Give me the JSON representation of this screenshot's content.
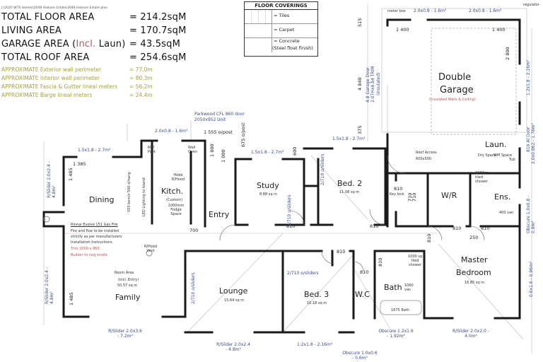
{
  "header": {
    "file_path": "J:\\2020 WTS Homes\\2048 Haikare Estate\\2048 Haikare Estate plan",
    "totals": [
      {
        "label": "TOTAL FLOOR AREA",
        "value": "= 214.2sqM"
      },
      {
        "label": "LIVING AREA",
        "value": "= 170.7sqM"
      },
      {
        "label_pre": "GARAGE AREA (",
        "label_red": "Incl.",
        "label_post": " Laun)",
        "value": "= 43.5sqM"
      },
      {
        "label": "TOTAL ROOF AREA",
        "value": "= 254.6sqM"
      }
    ],
    "approximates": [
      {
        "label": "APPROXIMATE Exterior wall perimeter",
        "value": "= 77.0m"
      },
      {
        "label": "APPROXIMATE Interior wall perimeter",
        "value": "= 80.3m"
      },
      {
        "label": "APPROXIMATE Fascia & Gutter lineal meters",
        "value": "= 56.2m"
      },
      {
        "label": "APPROXIMATE Barge lineal meters",
        "value": "= 24.4m"
      }
    ]
  },
  "legend": {
    "title": "FLOOR COVERINGS",
    "items": [
      "= Tiles",
      "= Carpet",
      "= Concrete",
      "(Steel float finish)"
    ]
  },
  "rooms": {
    "garage": {
      "name1": "Double",
      "name2": "Garage",
      "note": "(Insulated Walls & Ceiling)"
    },
    "laundry": {
      "name": "Laun.",
      "dry": "Dry Space",
      "wm": "WM Space",
      "tub": "Tub"
    },
    "study": {
      "name": "Study",
      "area": "8.88 sq m"
    },
    "bed2": {
      "name": "Bed. 2",
      "area": "11.08 sq m"
    },
    "wr": {
      "name": "W/R"
    },
    "ens": {
      "name": "Ens.",
      "shower": "1000sq tiled shower",
      "van": "400 van"
    },
    "dining": {
      "name": "Dining"
    },
    "kitchen": {
      "name": "Kitch.",
      "custom": "(Custom)",
      "fridge": "1000mm Fridge Space",
      "hob": "Hobb R/Hood",
      "pant": "600 Pant",
      "oven": "Wall Oven",
      "bench": "555 bench 500 o/hang",
      "led": "LED Lighting to Island"
    },
    "entry": {
      "name": "Entry"
    },
    "family": {
      "name": "Family",
      "room_area": "Room Area",
      "incl": "(Incl. Entry)",
      "area": "50.57 sq m"
    },
    "lounge": {
      "name": "Lounge",
      "area": "15.64 sq m"
    },
    "bed3": {
      "name": "Bed. 3",
      "area": "10.18 sq m"
    },
    "wc": {
      "name": "W.C"
    },
    "bath": {
      "name": "Bath",
      "van": "1060 van",
      "shower": "1000 sq tiled shower",
      "tub": "1675 Bath"
    },
    "master": {
      "name1": "Master",
      "name2": "Bedroom",
      "area": "16.85 sq m"
    }
  },
  "notes": {
    "fire_title": "Rinnai Evolve 151 Gas Fire",
    "fire_lines": [
      "Fire and flue to be installed",
      "strictly as per manufacturers",
      "Installation Instructions."
    ],
    "fire_red": [
      "Trim 2000 x 860",
      "Builder to nog onsite"
    ],
    "rhood_vent": "R/Hood Vent",
    "front_door": "Parkwood CFL 860 door",
    "front_door_unit": "2050x952 Unit",
    "roof_access": "Roof Access",
    "roof_access_size": "600x500",
    "meter_box": "meter box",
    "regulator": "regulator",
    "key_lock": "Key lock",
    "post": "1 555 o/post",
    "post2": "675 o/post",
    "garage_door": "4.8 Garage Door",
    "garage_door2": "2.07Hx4.84 TRIM",
    "garage_door3": "(Insulated)"
  },
  "windows": {
    "garage_top_left": "2.0x0.8 - 1.6m²",
    "garage_top_right": "2.0x0.8 - 1.6m²",
    "garage_right": "1.2x1.8 - 2.16m²",
    "al_door": "810 Al Door",
    "al_door2": "2.0x0.862 - 1.78m²",
    "dining_top": "1.5x1.8 - 2.7m²",
    "kitchen_top": "2.0x0.8 - 1.6m²",
    "study_top": "1.5x1.8 - 2.7m²",
    "bed2_top": "1.5x1.8 - 2.7m²",
    "dining_left": "R/Slider 2.0x2.4 - 4.8m²",
    "family_left": "R/Slider 2.0x2.4 - 4.8m²",
    "family_bottom": "R/Slider 2.0x3.6 - 7.2m²",
    "lounge_bottom": "R/Slider 2.0x2.4 - 4.8m²",
    "bed3_bottom": "1.2x1.8 - 2.16m²",
    "wc_bottom": "Obscure 1.0x0.6 - 0.6m²",
    "bath_bottom": "Obscure 1.2x1.6 - 1.92m²",
    "master_bottom": "R/Slider 2.0x2.0 - 4.0m²",
    "ens_right": "Obscure 1.0x0.8 - 0.8m²",
    "master_right": "0.6x1.6 - 0.96m²"
  },
  "dimensions": {
    "g1400a": "1 400",
    "g1400b": "1 400",
    "g2800": "2 800",
    "g4840": "4 840",
    "g515": "515",
    "g375": "375",
    "d1385": "1 385",
    "d1485": "1 485",
    "f1485": "1 485",
    "k700": "700",
    "e1800": "1 800",
    "e1000": "1 000",
    "s600": "600",
    "s810": "810",
    "b2_810": "810",
    "kl810": "810",
    "wr810": "810",
    "ens810": "810",
    "e250": "250",
    "h810": "810",
    "b3_810": "810",
    "wc810": "810",
    "bath810": "810",
    "s_sliders": "2/710 o/sliders",
    "b2_sliders": "2/710 o/sliders",
    "l_sliders": "2/710 o/sliders",
    "b3_sliders": "2/710 o/sliders",
    "c710a": "710",
    "c710b": "710"
  }
}
